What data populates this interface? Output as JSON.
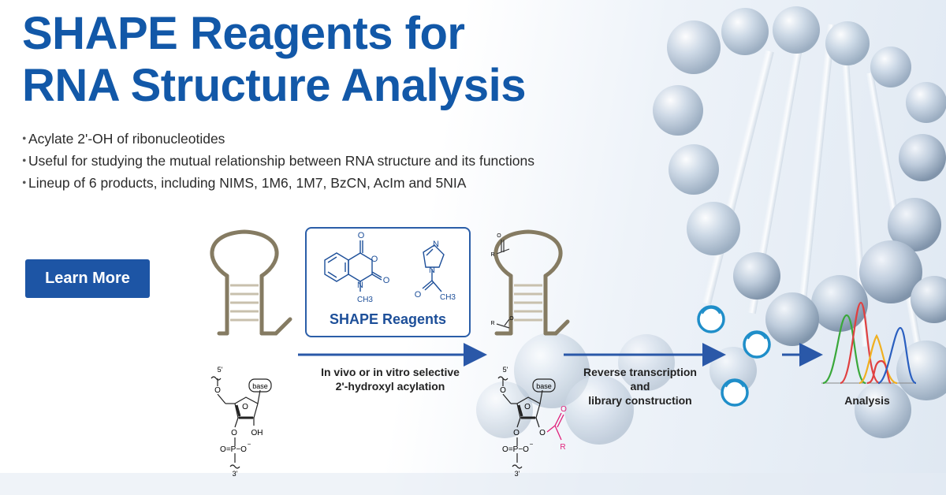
{
  "banner": {
    "title_line1": "SHAPE Reagents for",
    "title_line2": "RNA Structure Analysis",
    "bullets": [
      "Acylate 2'-OH of ribonucleotides",
      "Useful for studying the mutual relationship between RNA structure and its functions",
      "Lineup of 6 products, including NIMS, 1M6, 1M7, BzCN, AcIm and 5NIA"
    ],
    "bullet_mark": "・",
    "cta_label": "Learn More"
  },
  "diagram": {
    "reagent_box_label": "SHAPE Reagents",
    "step1_line1": "In vivo or in vitro selective",
    "step1_line2": "2'-hydroxyl acylation",
    "step2_line1": "Reverse transcription",
    "step2_line2": "and",
    "step2_line3": "library construction",
    "analysis_label": "Analysis",
    "chem": {
      "o": "O",
      "n": "N",
      "ch3": "CH3",
      "r": "R",
      "base": "base",
      "oh": "OH",
      "p_group": "O=P−O",
      "minus": "−",
      "prime5": "5'",
      "prime3": "3'"
    },
    "colors": {
      "hairpin": "#857b62",
      "arrow": "#2a58a8",
      "acyl": "#e0207a",
      "plasmid": "#1f8ec9",
      "peak_green": "#3aa83a",
      "peak_red": "#e04040",
      "peak_yellow": "#f0b020",
      "peak_blue": "#2a5fc0"
    }
  }
}
